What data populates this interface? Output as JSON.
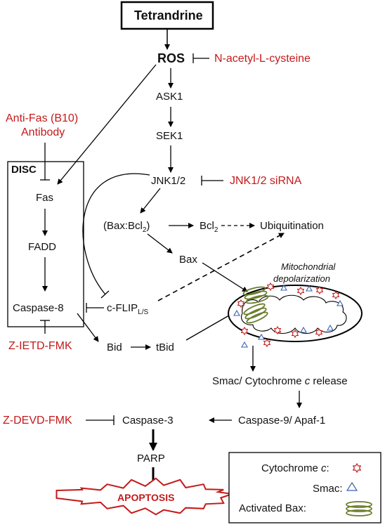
{
  "nodes": {
    "tetrandrine": "Tetrandrine",
    "ros": "ROS",
    "nac": "N-acetyl-L-cysteine",
    "ask1": "ASK1",
    "sek1": "SEK1",
    "anti_fas_line1": "Anti-Fas (B10)",
    "anti_fas_line2": "Antibody",
    "disc": "DISC",
    "fas": "Fas",
    "fadd": "FADD",
    "caspase8": "Caspase-8",
    "z_ietd": "Z-IETD-FMK",
    "jnk": "JNK1/2",
    "jnk_sirna": "JNK1/2 siRNA",
    "bax_bcl2_a": "(Bax:Bcl",
    "bax_bcl2_sub": "2",
    "bax_bcl2_b": ")",
    "bcl2": "Bcl",
    "bcl2_sub": "2",
    "ubiquitination": "Ubiquitination",
    "bax": "Bax",
    "mito_line1": "Mitochondrial",
    "mito_line2": "depolarization",
    "cflip": "c-FLIP",
    "cflip_sub": "L/S",
    "bid": "Bid",
    "tbid": "tBid",
    "smac_release_a": "Smac/ Cytochrome ",
    "smac_release_c": "c",
    "smac_release_b": " release",
    "caspase9": "Caspase-9/ Apaf-1",
    "z_devd": "Z-DEVD-FMK",
    "caspase3": "Caspase-3",
    "parp": "PARP",
    "apoptosis": "APOPTOSIS"
  },
  "legend": {
    "cytochrome_label": "Cytochrome ",
    "cytochrome_c": "c",
    "cytochrome_colon": ":",
    "smac_label": "Smac:",
    "bax_label": "Activated Bax:"
  },
  "colors": {
    "inhibitor_red": "#c41a1a",
    "smac_blue": "#3a62b0",
    "bax_green": "#6a7d2c"
  }
}
